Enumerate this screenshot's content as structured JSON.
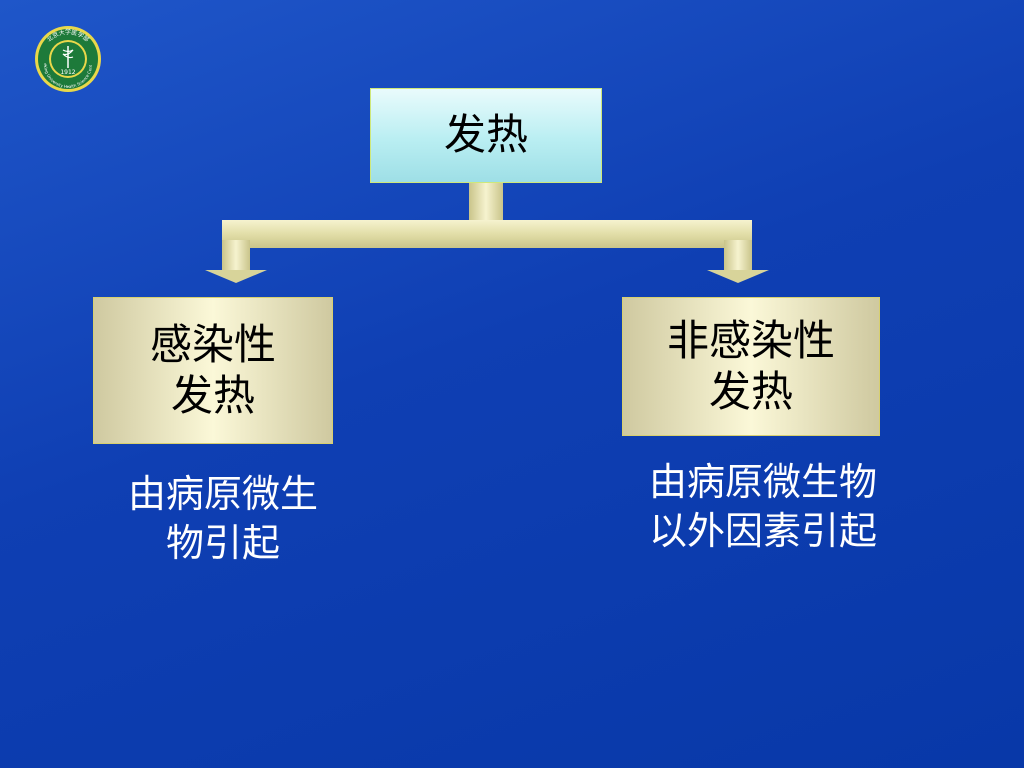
{
  "logo": {
    "icon": "university-seal-icon",
    "top_text": "北京大学医学部",
    "year": "1912",
    "bottom_text": "Peking University Health Science Center"
  },
  "diagram": {
    "root": {
      "label": "发热"
    },
    "left": {
      "label": "感染性\n发热",
      "description": "由病原微生\n物引起"
    },
    "right": {
      "label": "非感染性\n发热",
      "description": "由病原微生物\n以外因素引起"
    }
  },
  "colors": {
    "background": "#0f3fb3",
    "root_box": "#b9eef2",
    "child_box": "#fbf8d8",
    "connector": "#e8e4b0",
    "description_text": "#ffffff"
  }
}
